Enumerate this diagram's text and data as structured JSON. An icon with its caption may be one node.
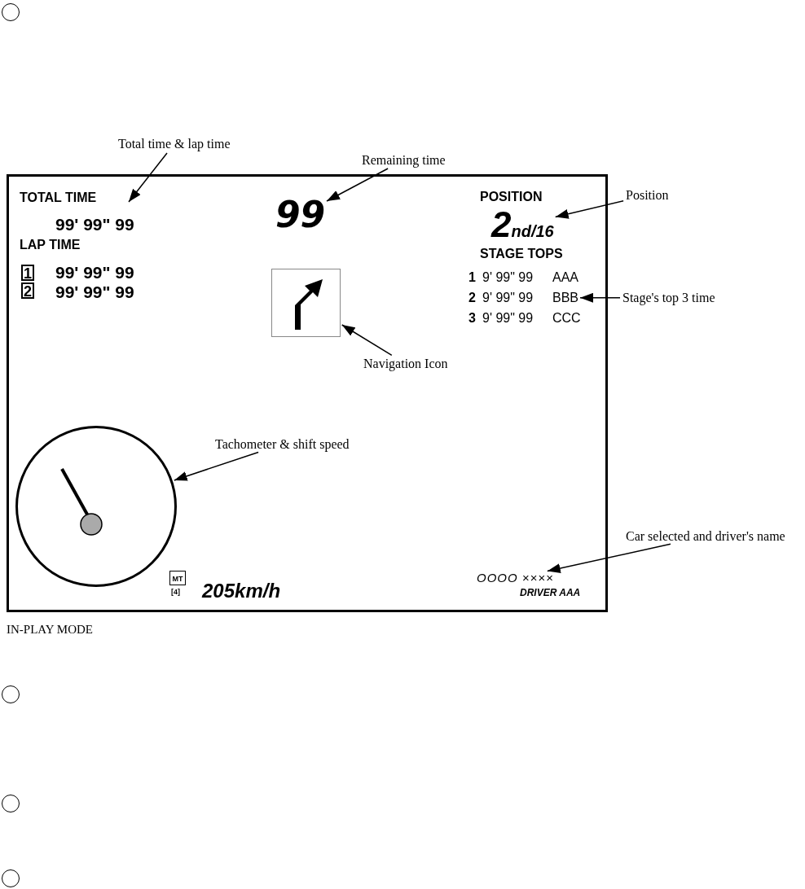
{
  "diagram": {
    "nodes": [
      {
        "text": [],
        "shape": "circle"
      },
      {
        "text": [
          "Total time & lap time"
        ]
      },
      {
        "text": [
          "Remaining time"
        ]
      },
      {
        "text": [],
        "shape": "box"
      },
      {
        "text": [
          "99"
        ],
        "in": 3
      },
      {
        "text": [
          "Position"
        ]
      },
      {
        "text": [
          "2nd/16"
        ],
        "in": 3
      },
      {
        "text": [
          "1"
        ],
        "in": 3
      },
      {
        "text": [
          "2"
        ],
        "in": 3
      },
      {
        "text": [],
        "shape": "box",
        "in": 3
      },
      {
        "text": [
          "BBB"
        ],
        "in": 3
      },
      {
        "text": [
          "Stage's top 3 time"
        ]
      },
      {
        "text": [
          "Navigation Icon"
        ],
        "in": 3
      },
      {
        "text": [
          "Tachometer & shift speed"
        ],
        "in": 3
      },
      {
        "text": [],
        "shape": "circle",
        "in": 3
      },
      {
        "text": [
          "Car selected and driver's name"
        ]
      },
      {
        "text": [
          "MT"
        ],
        "in": 3
      },
      {
        "text": [
          "OOOO ××××"
        ],
        "in": 3
      },
      {
        "text": [],
        "shape": "circle"
      },
      {
        "text": [],
        "shape": "circle"
      },
      {
        "text": [],
        "shape": "circle"
      }
    ],
    "edges": [
      {
        "from": 1,
        "to": null,
        "arrow": "to"
      },
      {
        "from": 2,
        "to": 4,
        "arrow": "to"
      },
      {
        "from": 5,
        "to": 6,
        "arrow": "to"
      },
      {
        "from": 11,
        "to": 10,
        "arrow": "to"
      },
      {
        "from": 12,
        "to": 9,
        "arrow": "to"
      },
      {
        "from": 13,
        "to": 14,
        "arrow": "to"
      },
      {
        "from": 15,
        "to": 17,
        "arrow": "to"
      }
    ],
    "labels": [
      "TOTAL TIME",
      "99' 99\" 99",
      "LAP TIME",
      "99' 99\" 99",
      "99' 99\" 99",
      "POSITION",
      "STAGE TOPS",
      "1",
      "9' 99\" 99",
      "AAA",
      "2",
      "9' 99\" 99",
      "3",
      "9' 99\" 99",
      "CCC",
      "[4]",
      "205km/h",
      "DRIVER AAA",
      "IN-PLAY MODE"
    ]
  }
}
